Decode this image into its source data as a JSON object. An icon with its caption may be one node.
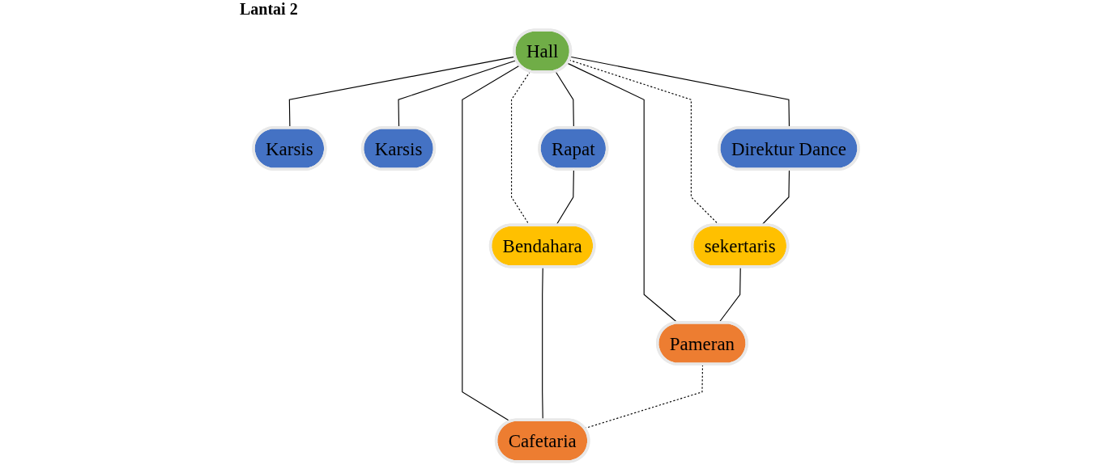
{
  "diagram": {
    "title": "Lantai 2",
    "nodes": [
      {
        "text": [
          "Hall"
        ]
      },
      {
        "text": [
          "Karsis"
        ]
      },
      {
        "text": [
          "Karsis"
        ]
      },
      {
        "text": [
          "Direktur Dance"
        ]
      },
      {
        "text": [
          "Rapat"
        ]
      },
      {
        "text": [
          "sekertaris"
        ]
      },
      {
        "text": [
          "Bendahara"
        ]
      },
      {
        "text": [
          "Pameran"
        ]
      },
      {
        "text": [
          "Cafetaria"
        ]
      }
    ],
    "edges": [
      {
        "from": 0,
        "to": 1,
        "arrow": "none"
      },
      {
        "from": 0,
        "to": 2,
        "arrow": "none"
      },
      {
        "from": 0,
        "to": 3,
        "arrow": "none"
      },
      {
        "from": 0,
        "to": 4,
        "arrow": "none"
      },
      {
        "from": 0,
        "to": 5,
        "arrow": "none",
        "style": "dashed"
      },
      {
        "from": 0,
        "to": 6,
        "arrow": "none",
        "style": "dashed"
      },
      {
        "from": 0,
        "to": 7,
        "arrow": "none"
      },
      {
        "from": 0,
        "to": 8,
        "arrow": "none"
      },
      {
        "from": 3,
        "to": 5,
        "arrow": "none"
      },
      {
        "from": 4,
        "to": 6,
        "arrow": "none"
      },
      {
        "from": 5,
        "to": 7,
        "arrow": "none"
      },
      {
        "from": 6,
        "to": 8,
        "arrow": "none"
      },
      {
        "from": 7,
        "to": 8,
        "arrow": "none",
        "style": "dashed"
      }
    ]
  }
}
